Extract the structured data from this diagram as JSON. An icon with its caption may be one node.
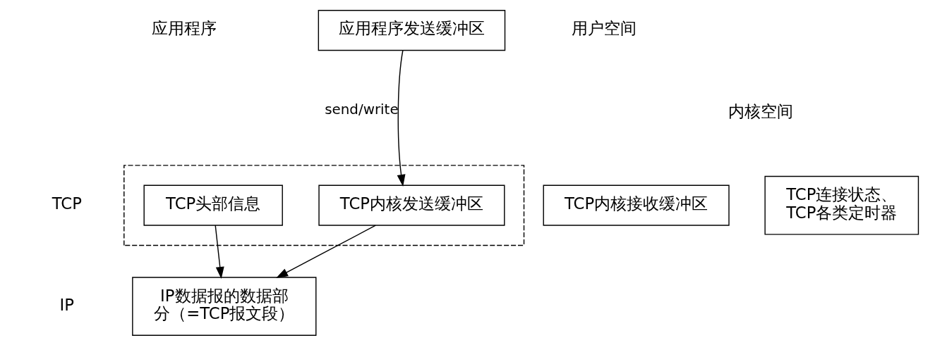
{
  "diagram": {
    "nodes": [
      {
        "text": [
          "应用程序发送缓冲区"
        ]
      },
      {
        "text": [],
        "shape": "box"
      },
      {
        "text": [
          "TCP头部信息"
        ],
        "in": 1
      },
      {
        "text": [
          "TCP内核发送缓冲区"
        ],
        "in": 1
      },
      {
        "text": [
          "TCP内核接收缓冲区"
        ]
      },
      {
        "text": [
          "TCP连接状态、TCP各类定时器"
        ]
      },
      {
        "text": [
          "IP数据报的数据部分（=TCP报文段）"
        ]
      }
    ],
    "edges": [
      {
        "from": 0,
        "to": 3,
        "arrow": "to",
        "label": "send/write"
      },
      {
        "from": 2,
        "to": 6,
        "arrow": "to"
      },
      {
        "from": 3,
        "to": 6,
        "arrow": "to"
      }
    ],
    "labels": [
      "应用程序",
      "用户空间",
      "内核空间",
      "TCP",
      "IP"
    ]
  }
}
